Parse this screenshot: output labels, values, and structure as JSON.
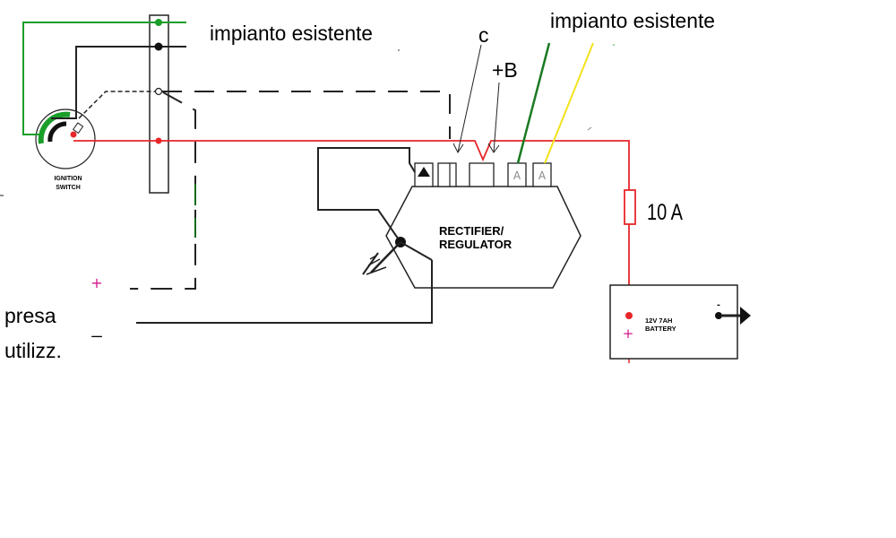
{
  "labels": {
    "impianto_left": "impianto esistente",
    "impianto_right": "impianto esistente",
    "c": "c",
    "plus_b": "+B",
    "fuse": "10 A",
    "presa": "presa",
    "utilizz": "utilizz.",
    "plus_sign": "+",
    "minus_sign": "_"
  },
  "components": {
    "ignition_line1": "IGNITION",
    "ignition_line2": "SWITCH",
    "rectifier_line1": "RECTIFIER/",
    "rectifier_line2": "REGULATOR",
    "terminal_a1": "A",
    "terminal_a2": "A",
    "battery_label": "12V 7AH",
    "battery_label2": "BATTERY",
    "battery_plus": "+",
    "battery_minus": "-"
  },
  "colors": {
    "red_wire": "#e8262a",
    "green_wire": "#1a9e2a",
    "dark_green_wire": "#0d6b17",
    "yellow_wire": "#f2e21a",
    "black": "#111111",
    "magenta": "#d4148c"
  }
}
